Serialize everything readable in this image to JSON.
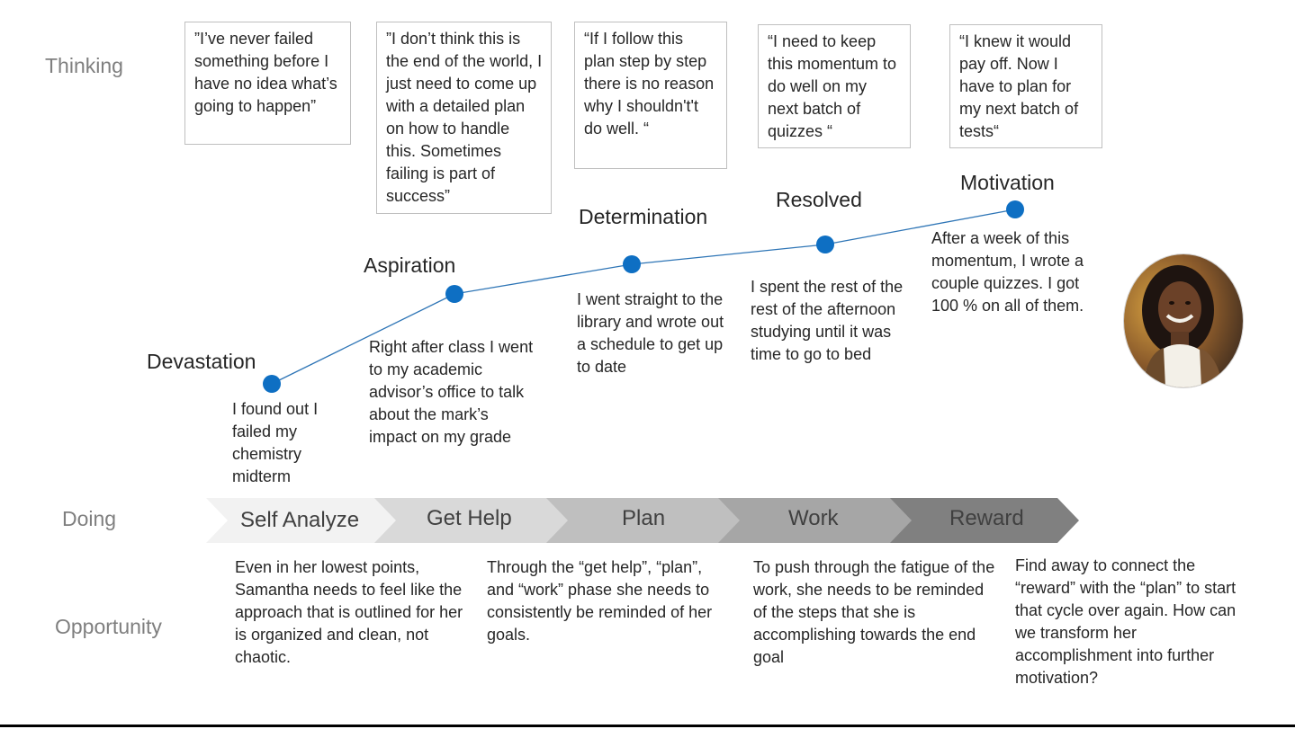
{
  "row_labels": {
    "thinking": "Thinking",
    "doing": "Doing",
    "opportunity": "Opportunity"
  },
  "thoughts": [
    "”I’ve never failed something before I have no idea what’s going to happen”",
    "”I don’t think this is the end of the world, I just need to come up with a detailed plan on how to handle this. Sometimes failing is part of success”",
    "“If I follow this plan step by step there is no reason why I shouldn't't do well. “",
    "“I need to keep this momentum to do well on my next batch of quizzes “",
    "“I knew it would pay off. Now I have to plan for my next batch of tests“"
  ],
  "emotions": [
    {
      "label": "Devastation",
      "level": 1,
      "description": "I found out I failed my chemistry midterm"
    },
    {
      "label": "Aspiration",
      "level": 2,
      "description": "Right after class I went to my academic advisor’s office to talk about the mark’s impact on my grade"
    },
    {
      "label": "Determination",
      "level": 3,
      "description": "I went straight to the library and wrote out a schedule to get up to date"
    },
    {
      "label": "Resolved",
      "level": 4,
      "description": "I spent the rest of the rest of the afternoon studying until it was time to go to bed"
    },
    {
      "label": "Motivation",
      "level": 5,
      "description": "After a week of this momentum, I wrote a couple quizzes. I got 100 % on all of them."
    }
  ],
  "doing": [
    "Self Analyze",
    "Get Help",
    "Plan",
    "Work",
    "Reward"
  ],
  "opportunities": [
    "Even in her lowest points, Samantha needs to feel like the approach that is outlined for her is organized and clean, not chaotic.",
    "Through the “get help”, “plan”, and “work” phase she needs to consistently be reminded of her goals.",
    "To push through the fatigue of the work, she needs to be reminded of the steps that she is accomplishing towards the end goal",
    "Find away to connect the “reward” with the “plan” to start that cycle over again. How can we transform her accomplishment into further motivation?"
  ],
  "colors": {
    "point": "#0e6fc3",
    "line": "#2e75b6",
    "chevrons": [
      "#f2f2f2",
      "#d9d9d9",
      "#bfbfbf",
      "#a6a6a6",
      "#808080"
    ]
  },
  "icons": {
    "persona": "student-avatar"
  }
}
